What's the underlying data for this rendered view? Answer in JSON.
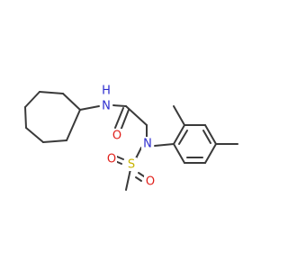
{
  "molecule": {
    "atom_labels": {
      "N_amide": "N",
      "H_amide": "H",
      "O_carbonyl": "O",
      "N_sulfonamide": "N",
      "S": "S",
      "O_s1": "O",
      "O_s2": "O"
    },
    "colors": {
      "bond": "#3a3a3a",
      "N": "#2d2dcf",
      "O": "#e0201b",
      "S": "#c8b400"
    }
  }
}
